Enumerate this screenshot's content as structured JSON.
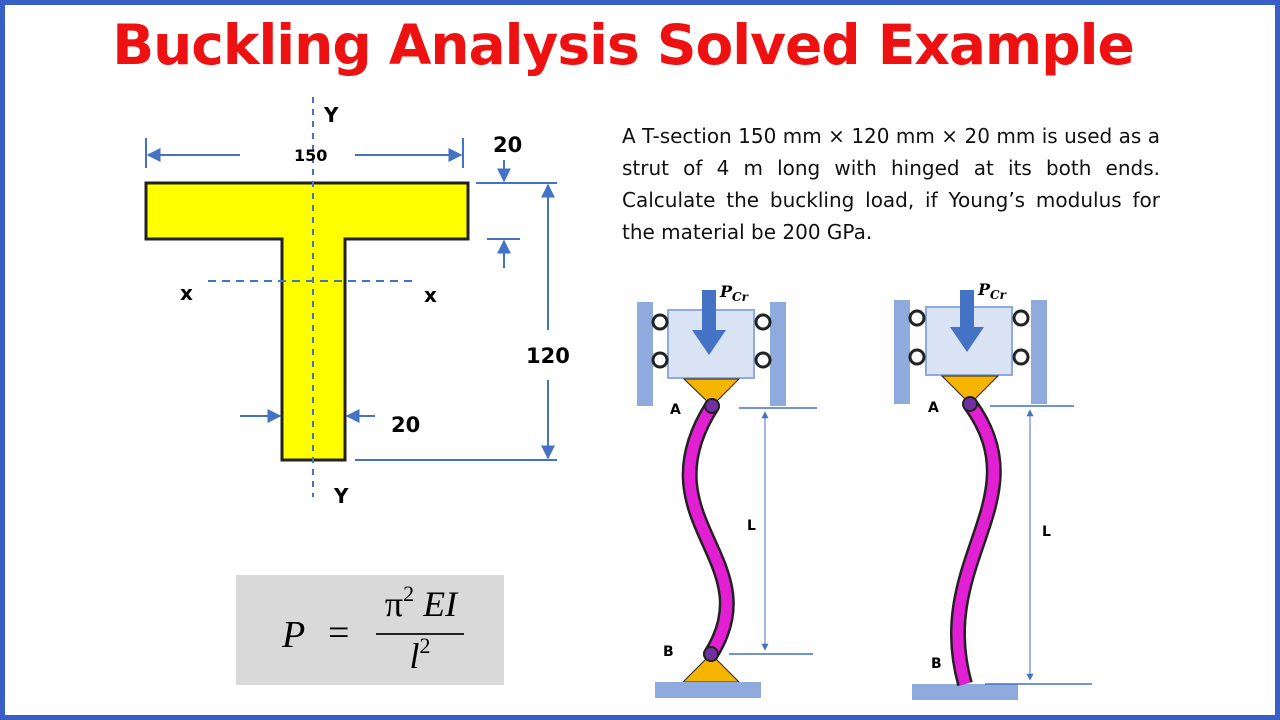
{
  "title": "Buckling Analysis Solved Example",
  "problem_text": "A T-section 150 mm × 120 mm × 20 mm is used as a strut of 4 m long with hinged at its both ends. Calculate the buckling load, if Young’s modulus for the material be 200 GPa.",
  "section": {
    "width_label": "150",
    "flange_thickness_label": "20",
    "depth_label": "120",
    "web_thickness_label": "20",
    "y_axis_label": "Y",
    "x_axis_label": "x",
    "fill_color": "#ffff00"
  },
  "formula": {
    "lhs": "P",
    "equals": "=",
    "numerator_pi": "π",
    "numerator_exp": "2",
    "numerator_rest": "EI",
    "denominator": "l",
    "denominator_exp": "2"
  },
  "column_left": {
    "load_label_main": "P",
    "load_label_sub": "Cr",
    "top_label": "A",
    "bottom_label": "B",
    "length_label": "L"
  },
  "column_right": {
    "load_label_main": "P",
    "load_label_sub": "Cr",
    "top_label": "A",
    "bottom_label": "B",
    "length_label": "L"
  },
  "colors": {
    "title": "#ee1111",
    "border": "#3a5ec8",
    "column": "#e21fd3",
    "support": "#f5b400",
    "dimension": "#4472c4"
  }
}
